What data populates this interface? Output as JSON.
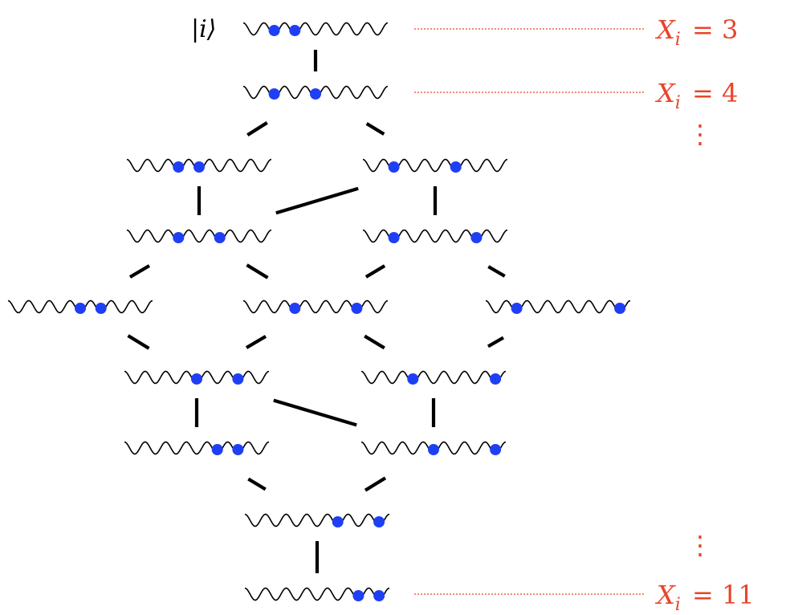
{
  "initial_state_label": "|i⟩",
  "sites_per_chain": 7,
  "particle_color": "#1f3ff5",
  "chain_color": "#000000",
  "link_color": "#000000",
  "annotation_color": "#e8452c",
  "annotations": [
    {
      "var": "X",
      "sub": "i",
      "rhs": "= 3"
    },
    {
      "var": "X",
      "sub": "i",
      "rhs": "= 4"
    },
    {
      "var": "X",
      "sub": "i",
      "rhs": "= 11"
    }
  ],
  "ellipsis": "⋮",
  "states": [
    {
      "id": "s1",
      "occupied": [
        1,
        2
      ]
    },
    {
      "id": "s2",
      "occupied": [
        1,
        3
      ]
    },
    {
      "id": "s3",
      "occupied": [
        2,
        3
      ]
    },
    {
      "id": "s4",
      "occupied": [
        1,
        4
      ]
    },
    {
      "id": "s5",
      "occupied": [
        2,
        4
      ]
    },
    {
      "id": "s6",
      "occupied": [
        1,
        5
      ]
    },
    {
      "id": "s7",
      "occupied": [
        3,
        4
      ]
    },
    {
      "id": "s8",
      "occupied": [
        2,
        5
      ]
    },
    {
      "id": "s9",
      "occupied": [
        1,
        6
      ]
    },
    {
      "id": "s10",
      "occupied": [
        3,
        5
      ]
    },
    {
      "id": "s11",
      "occupied": [
        2,
        6
      ]
    },
    {
      "id": "s12",
      "occupied": [
        4,
        5
      ]
    },
    {
      "id": "s13",
      "occupied": [
        3,
        6
      ]
    },
    {
      "id": "s14",
      "occupied": [
        4,
        6
      ]
    },
    {
      "id": "s15",
      "occupied": [
        5,
        6
      ]
    }
  ],
  "links": [
    [
      "s1",
      "s2"
    ],
    [
      "s2",
      "s3"
    ],
    [
      "s2",
      "s4"
    ],
    [
      "s3",
      "s5"
    ],
    [
      "s4",
      "s5"
    ],
    [
      "s4",
      "s6"
    ],
    [
      "s5",
      "s7"
    ],
    [
      "s5",
      "s8"
    ],
    [
      "s6",
      "s8"
    ],
    [
      "s6",
      "s9"
    ],
    [
      "s7",
      "s10"
    ],
    [
      "s8",
      "s10"
    ],
    [
      "s8",
      "s11"
    ],
    [
      "s9",
      "s11"
    ],
    [
      "s10",
      "s12"
    ],
    [
      "s10",
      "s13"
    ],
    [
      "s11",
      "s13"
    ],
    [
      "s12",
      "s14"
    ],
    [
      "s13",
      "s14"
    ],
    [
      "s14",
      "s15"
    ]
  ]
}
